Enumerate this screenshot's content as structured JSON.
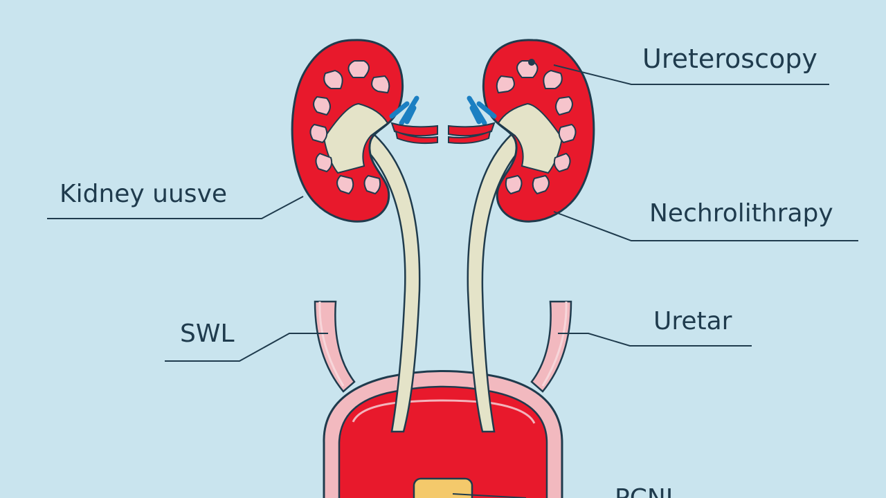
{
  "diagram": {
    "colors": {
      "background": "#c9e4ee",
      "kidney": "#e8192c",
      "outline": "#1f3b4d",
      "calyx": "#f6c4cc",
      "pelvis": "#e4e3c8",
      "ureter_tube": "#f2b9bf",
      "bladder": "#e8192c",
      "vessel_blue": "#1b7fc2",
      "stone": "#f4c96b"
    },
    "labels": {
      "top_right": "Ureteroscopy",
      "mid_left": "Kidney uusve",
      "mid_right": "Nechrolithrapy",
      "low_left": "SWL",
      "low_right": "Uretar",
      "bottom_right": "PCNL"
    }
  }
}
